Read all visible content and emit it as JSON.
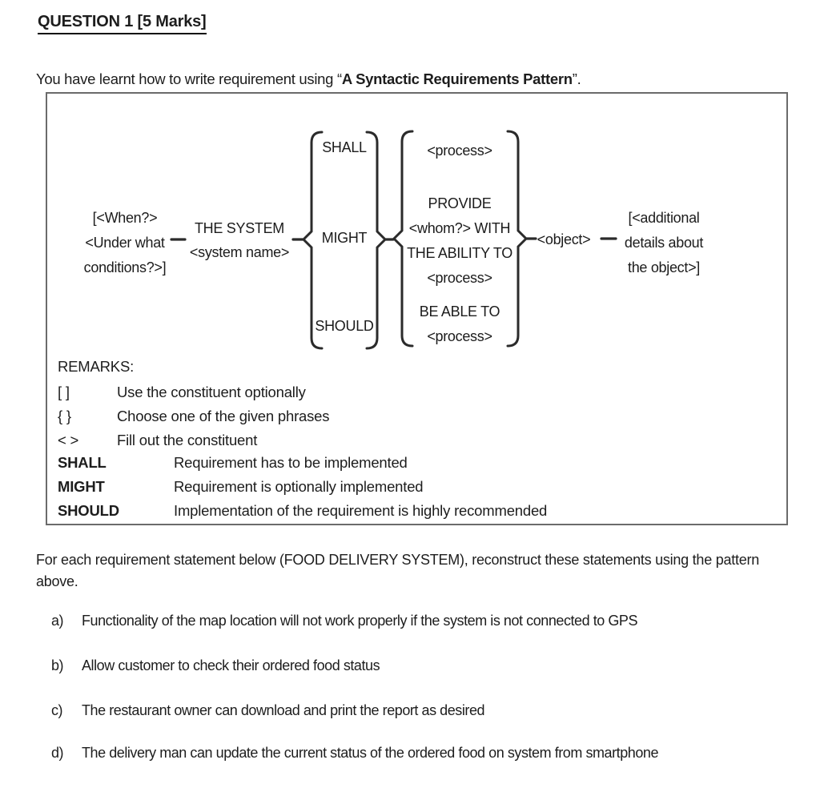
{
  "page": {
    "title": "QUESTION 1 [5 Marks]",
    "intro": {
      "prefix": "You have learnt how to write requirement using “",
      "bold": "A Syntactic Requirements Pattern",
      "suffix": "”."
    }
  },
  "diagram": {
    "when_clause": {
      "line1": "[<When?>",
      "line2": "<Under what",
      "line3": "conditions?>]"
    },
    "system": {
      "line1": "THE SYSTEM",
      "line2": "<system name>"
    },
    "modal_options": [
      "SHALL",
      "MIGHT",
      "SHOULD"
    ],
    "process_options": {
      "option1": "<process>",
      "option2": {
        "line1": "PROVIDE",
        "line2": "<whom?> WITH",
        "line3": "THE ABILITY TO",
        "line4": "<process>"
      },
      "option3": {
        "line1": "BE ABLE TO",
        "line2": "<process>"
      }
    },
    "object": "<object>",
    "additional": {
      "line1": "[<additional",
      "line2": "details about",
      "line3": "the object>]"
    }
  },
  "remarks": {
    "heading": "REMARKS:",
    "symbols": [
      {
        "symbol": "[ ]",
        "description": "Use the constituent optionally"
      },
      {
        "symbol": "{ }",
        "description": "Choose one of the given phrases"
      },
      {
        "symbol": "< >",
        "description": "Fill out the constituent"
      }
    ],
    "keywords": [
      {
        "keyword": "SHALL",
        "description": "Requirement has to be implemented"
      },
      {
        "keyword": "MIGHT",
        "description": "Requirement is optionally implemented"
      },
      {
        "keyword": "SHOULD",
        "description": "Implementation of the requirement is highly recommended"
      }
    ]
  },
  "task": {
    "instruction": "For each requirement statement below (FOOD DELIVERY SYSTEM), reconstruct these statements using the pattern above.",
    "items": [
      {
        "label": "a)",
        "text": "Functionality of the map location will not work properly if the system is not connected to GPS"
      },
      {
        "label": "b)",
        "text": "Allow customer to check their ordered food status"
      },
      {
        "label": "c)",
        "text": "The restaurant owner can download and print the report as desired"
      },
      {
        "label": "d)",
        "text": "The delivery man can update the current status of the ordered food on system from smartphone"
      }
    ]
  }
}
